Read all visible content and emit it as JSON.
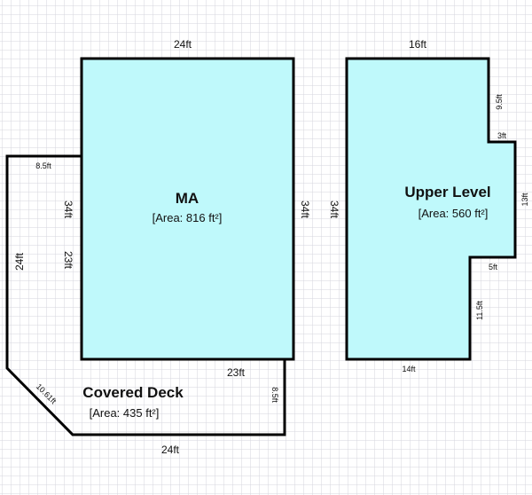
{
  "colors": {
    "room_fill": "#bff9fb",
    "deck_fill": "none",
    "wall": "#000000",
    "grid": "#d6d6de"
  },
  "rooms": {
    "ma": {
      "name": "MA",
      "area": "[Area: 816 ft²]",
      "dims": {
        "top": "24ft",
        "left": "34ft",
        "right": "34ft"
      }
    },
    "upper": {
      "name": "Upper Level",
      "area": "[Area: 560 ft²]",
      "dims": {
        "top": "16ft",
        "left": "34ft",
        "right_top": "9.5ft",
        "notch_top": "3ft",
        "right": "13ft",
        "notch_bottom": "5ft",
        "right_bottom": "11.5ft",
        "bottom": "14ft"
      }
    },
    "deck": {
      "name": "Covered Deck",
      "area": "[Area: 435 ft²]",
      "dims": {
        "top": "8.5ft",
        "inner_left": "23ft",
        "left": "24ft",
        "diagonal": "10.61ft",
        "bottom": "24ft",
        "right": "8.5ft",
        "inner_bottom": "23ft"
      }
    }
  }
}
